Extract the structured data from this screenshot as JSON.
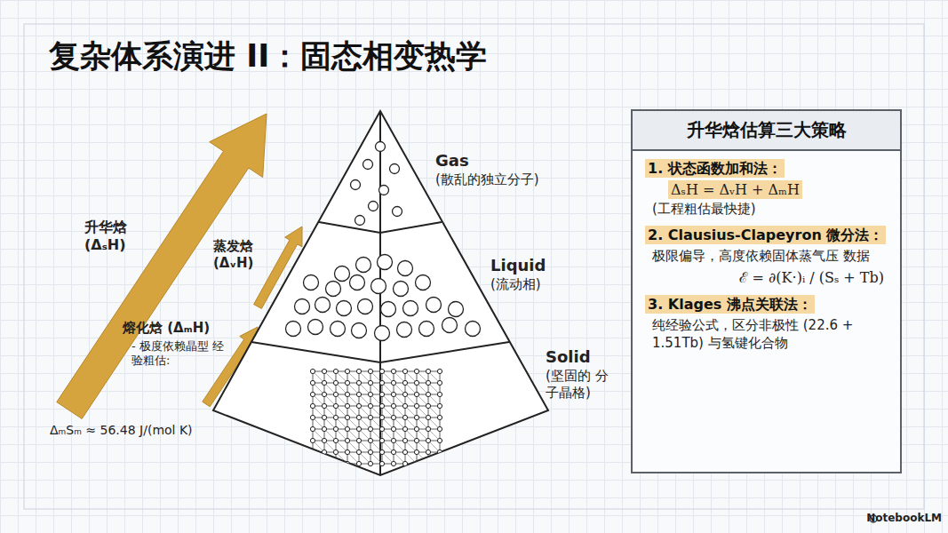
{
  "diagram": {
    "title": "复杂体系演进 II：固态相变热学",
    "nodes": [
      {
        "text": [
          "升华焓估算三大策略",
          "1. 状态函数加和法：",
          "ΔₛH = ΔᵥH + ΔₘH",
          "(工程粗估最快捷)",
          "2. Clausius-Clapeyron 微分法：",
          "极限偏导，高度依赖固体蒸气压 数据",
          "ℰ = ∂(K·)ᵢ / (Sₛ + Tb)",
          "3. Klages 沸点关联法：",
          "纯经验公式，区分非极性 (22.6 + 1.51Tb) 与氢键化合物"
        ]
      }
    ],
    "labels": [
      "升华焓 (ΔₛH)",
      "蒸发焓 (ΔᵥH)",
      "熔化焓 (ΔₘH)",
      "- 极度依赖晶型 经验粗估:",
      "ΔₘSₘ ≈ 56.48 J/(mol K)",
      "Gas",
      "(散乱的独立分子)",
      "Liquid",
      "(流动相)",
      "Solid",
      "(坚固的 分子晶格)",
      "NotebookLM"
    ]
  }
}
